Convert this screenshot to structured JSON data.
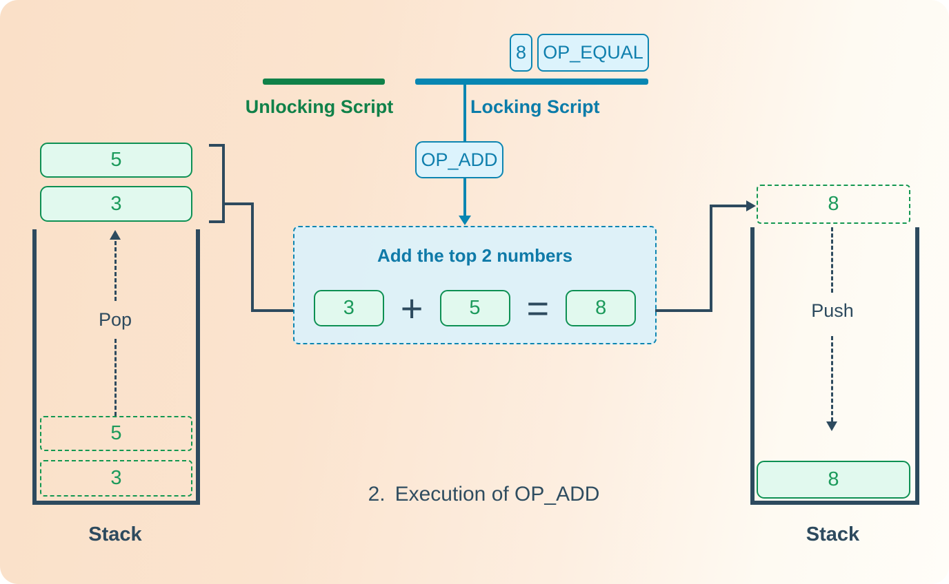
{
  "colors": {
    "accent_blue": "#0886b2",
    "blue_text": "#0f7fad",
    "blue_fill": "#dcf3fc",
    "operation_fill": "#dcf1fa",
    "accent_green": "#108149",
    "green_border": "#0d9053",
    "green_text": "#1c9a5b",
    "mint_fill": "#e1f9ee",
    "slate": "#2d4a5e",
    "background_left": "#fae0c8",
    "background_right": "#fffdf8"
  },
  "unlocking_script": {
    "label": "Unlocking Script"
  },
  "locking_script": {
    "label": "Locking Script",
    "tokens": [
      "8",
      "OP_EQUAL"
    ],
    "op_add_label": "OP_ADD"
  },
  "operation_box": {
    "title": "Add the top 2 numbers",
    "operand_left": "3",
    "operator_plus": "+",
    "operand_right": "5",
    "operator_equals": "=",
    "result": "8"
  },
  "left_stack": {
    "popped_items": [
      "5",
      "3"
    ],
    "pop_label": "Pop",
    "ghost_items": [
      "5",
      "3"
    ],
    "stack_label": "Stack"
  },
  "right_stack": {
    "incoming_item": "8",
    "push_label": "Push",
    "pushed_item": "8",
    "stack_label": "Stack"
  },
  "caption": {
    "number": "2.",
    "text": "Execution of OP_ADD"
  }
}
